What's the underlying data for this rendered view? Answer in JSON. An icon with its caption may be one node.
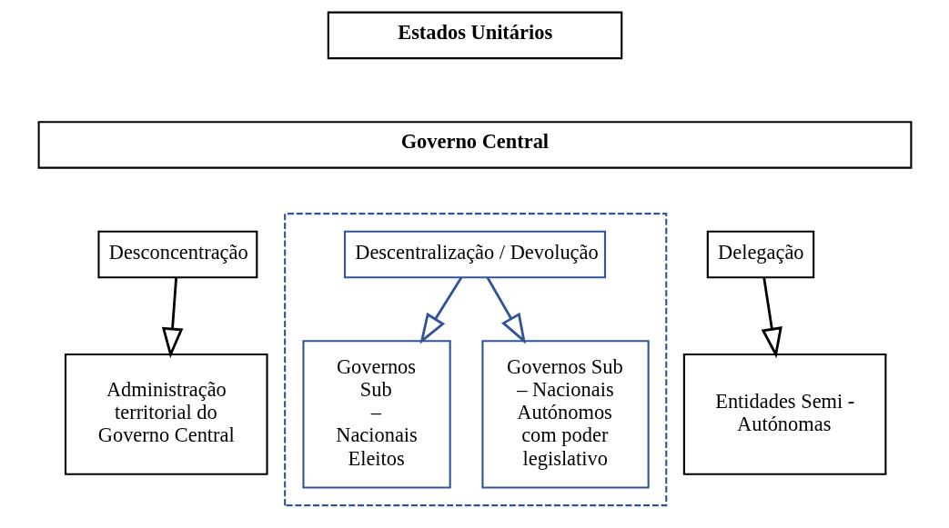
{
  "diagram": {
    "nodes": [
      {
        "text": [
          "Estados Unitários"
        ]
      },
      {
        "text": [
          "Governo Central"
        ]
      },
      {
        "text": [
          "Desconcentração"
        ]
      },
      {
        "text": [
          "Delegação"
        ]
      },
      {
        "text": [],
        "shape": "box"
      },
      {
        "text": [
          "Descentralização / Devolução"
        ],
        "in": 4
      },
      {
        "text": [
          "Administração territorial do Governo Central"
        ]
      },
      {
        "text": [
          "Entidades Semi - Autónomas"
        ]
      },
      {
        "text": [
          "Governos Sub – Nacionais Eleitos"
        ],
        "in": 4
      },
      {
        "text": [
          "Governos Sub – Nacionais Autónomos com poder legislativo"
        ],
        "in": 4
      }
    ],
    "edges": [
      {
        "from": 2,
        "to": 6,
        "arrow": "to"
      },
      {
        "from": 3,
        "to": 7,
        "arrow": "to"
      },
      {
        "from": 5,
        "to": 8,
        "arrow": "to",
        "color": "#2f5597"
      },
      {
        "from": 5,
        "to": 9,
        "arrow": "to",
        "color": "#2f5597"
      }
    ]
  }
}
